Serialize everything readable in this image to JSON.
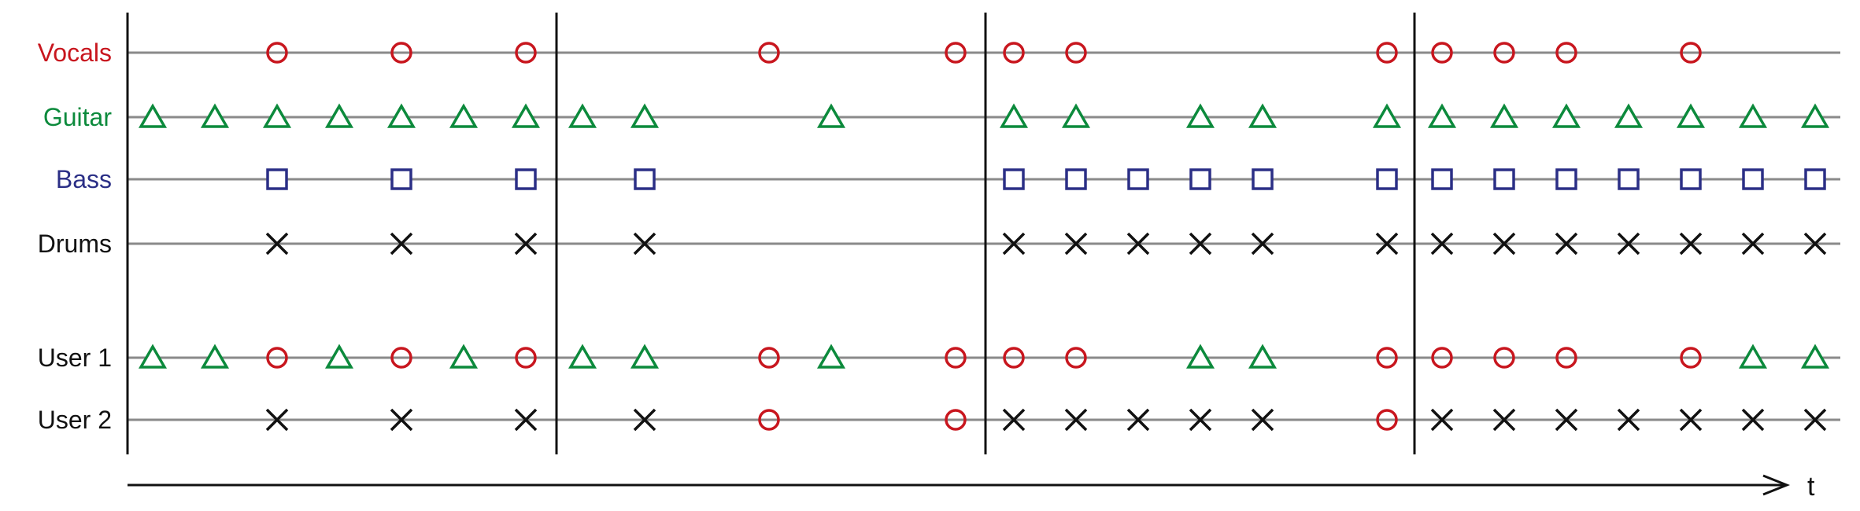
{
  "colors": {
    "vocals": "#c8161e",
    "guitar": "#0c8a3c",
    "bass": "#2b2f86",
    "drums": "#111111",
    "track_line": "#8a8a8a",
    "divider": "#111111"
  },
  "axis": {
    "label": "t"
  },
  "rows": [
    {
      "key": "vocals",
      "label": "Vocals",
      "label_color": "#c8161e",
      "marks": [
        {
          "slot": 2,
          "shape": "circle"
        },
        {
          "slot": 4,
          "shape": "circle"
        },
        {
          "slot": 6,
          "shape": "circle"
        },
        {
          "slot": 10,
          "shape": "circle"
        },
        {
          "slot": 13,
          "shape": "circle"
        },
        {
          "slot": 14,
          "shape": "circle"
        },
        {
          "slot": 15,
          "shape": "circle"
        },
        {
          "slot": 20,
          "shape": "circle"
        },
        {
          "slot": 21,
          "shape": "circle"
        },
        {
          "slot": 22,
          "shape": "circle"
        },
        {
          "slot": 23,
          "shape": "circle"
        },
        {
          "slot": 25,
          "shape": "circle"
        }
      ]
    },
    {
      "key": "guitar",
      "label": "Guitar",
      "label_color": "#0c8a3c",
      "marks": [
        {
          "slot": 0,
          "shape": "triangle"
        },
        {
          "slot": 1,
          "shape": "triangle"
        },
        {
          "slot": 2,
          "shape": "triangle"
        },
        {
          "slot": 3,
          "shape": "triangle"
        },
        {
          "slot": 4,
          "shape": "triangle"
        },
        {
          "slot": 5,
          "shape": "triangle"
        },
        {
          "slot": 6,
          "shape": "triangle"
        },
        {
          "slot": 7,
          "shape": "triangle"
        },
        {
          "slot": 8,
          "shape": "triangle"
        },
        {
          "slot": 11,
          "shape": "triangle"
        },
        {
          "slot": 14,
          "shape": "triangle"
        },
        {
          "slot": 15,
          "shape": "triangle"
        },
        {
          "slot": 17,
          "shape": "triangle"
        },
        {
          "slot": 18,
          "shape": "triangle"
        },
        {
          "slot": 20,
          "shape": "triangle"
        },
        {
          "slot": 21,
          "shape": "triangle"
        },
        {
          "slot": 22,
          "shape": "triangle"
        },
        {
          "slot": 23,
          "shape": "triangle"
        },
        {
          "slot": 24,
          "shape": "triangle"
        },
        {
          "slot": 25,
          "shape": "triangle"
        },
        {
          "slot": 26,
          "shape": "triangle"
        },
        {
          "slot": 27,
          "shape": "triangle"
        }
      ]
    },
    {
      "key": "bass",
      "label": "Bass",
      "label_color": "#2b2f86",
      "marks": [
        {
          "slot": 2,
          "shape": "square"
        },
        {
          "slot": 4,
          "shape": "square"
        },
        {
          "slot": 6,
          "shape": "square"
        },
        {
          "slot": 8,
          "shape": "square"
        },
        {
          "slot": 14,
          "shape": "square"
        },
        {
          "slot": 15,
          "shape": "square"
        },
        {
          "slot": 16,
          "shape": "square"
        },
        {
          "slot": 17,
          "shape": "square"
        },
        {
          "slot": 18,
          "shape": "square"
        },
        {
          "slot": 20,
          "shape": "square"
        },
        {
          "slot": 21,
          "shape": "square"
        },
        {
          "slot": 22,
          "shape": "square"
        },
        {
          "slot": 23,
          "shape": "square"
        },
        {
          "slot": 24,
          "shape": "square"
        },
        {
          "slot": 25,
          "shape": "square"
        },
        {
          "slot": 26,
          "shape": "square"
        },
        {
          "slot": 27,
          "shape": "square"
        }
      ]
    },
    {
      "key": "drums",
      "label": "Drums",
      "label_color": "#111111",
      "marks": [
        {
          "slot": 2,
          "shape": "cross"
        },
        {
          "slot": 4,
          "shape": "cross"
        },
        {
          "slot": 6,
          "shape": "cross"
        },
        {
          "slot": 8,
          "shape": "cross"
        },
        {
          "slot": 14,
          "shape": "cross"
        },
        {
          "slot": 15,
          "shape": "cross"
        },
        {
          "slot": 16,
          "shape": "cross"
        },
        {
          "slot": 17,
          "shape": "cross"
        },
        {
          "slot": 18,
          "shape": "cross"
        },
        {
          "slot": 20,
          "shape": "cross"
        },
        {
          "slot": 21,
          "shape": "cross"
        },
        {
          "slot": 22,
          "shape": "cross"
        },
        {
          "slot": 23,
          "shape": "cross"
        },
        {
          "slot": 24,
          "shape": "cross"
        },
        {
          "slot": 25,
          "shape": "cross"
        },
        {
          "slot": 26,
          "shape": "cross"
        },
        {
          "slot": 27,
          "shape": "cross"
        }
      ]
    },
    {
      "key": "user1",
      "label": "User 1",
      "label_color": "#111111",
      "marks": [
        {
          "slot": 0,
          "shape": "triangle"
        },
        {
          "slot": 1,
          "shape": "triangle"
        },
        {
          "slot": 2,
          "shape": "circle"
        },
        {
          "slot": 3,
          "shape": "triangle"
        },
        {
          "slot": 4,
          "shape": "circle"
        },
        {
          "slot": 5,
          "shape": "triangle"
        },
        {
          "slot": 6,
          "shape": "circle"
        },
        {
          "slot": 7,
          "shape": "triangle"
        },
        {
          "slot": 8,
          "shape": "triangle"
        },
        {
          "slot": 10,
          "shape": "circle"
        },
        {
          "slot": 11,
          "shape": "triangle"
        },
        {
          "slot": 13,
          "shape": "circle"
        },
        {
          "slot": 14,
          "shape": "circle"
        },
        {
          "slot": 15,
          "shape": "circle"
        },
        {
          "slot": 17,
          "shape": "triangle"
        },
        {
          "slot": 18,
          "shape": "triangle"
        },
        {
          "slot": 20,
          "shape": "circle"
        },
        {
          "slot": 21,
          "shape": "circle"
        },
        {
          "slot": 22,
          "shape": "circle"
        },
        {
          "slot": 23,
          "shape": "circle"
        },
        {
          "slot": 25,
          "shape": "circle"
        },
        {
          "slot": 26,
          "shape": "triangle"
        },
        {
          "slot": 27,
          "shape": "triangle"
        }
      ]
    },
    {
      "key": "user2",
      "label": "User 2",
      "label_color": "#111111",
      "marks": [
        {
          "slot": 2,
          "shape": "cross"
        },
        {
          "slot": 4,
          "shape": "cross"
        },
        {
          "slot": 6,
          "shape": "cross"
        },
        {
          "slot": 8,
          "shape": "cross"
        },
        {
          "slot": 10,
          "shape": "circle"
        },
        {
          "slot": 13,
          "shape": "circle"
        },
        {
          "slot": 14,
          "shape": "cross"
        },
        {
          "slot": 15,
          "shape": "cross"
        },
        {
          "slot": 16,
          "shape": "cross"
        },
        {
          "slot": 17,
          "shape": "cross"
        },
        {
          "slot": 18,
          "shape": "cross"
        },
        {
          "slot": 20,
          "shape": "circle"
        },
        {
          "slot": 21,
          "shape": "cross"
        },
        {
          "slot": 22,
          "shape": "cross"
        },
        {
          "slot": 23,
          "shape": "cross"
        },
        {
          "slot": 24,
          "shape": "cross"
        },
        {
          "slot": 25,
          "shape": "cross"
        },
        {
          "slot": 26,
          "shape": "cross"
        },
        {
          "slot": 27,
          "shape": "cross"
        }
      ]
    }
  ]
}
